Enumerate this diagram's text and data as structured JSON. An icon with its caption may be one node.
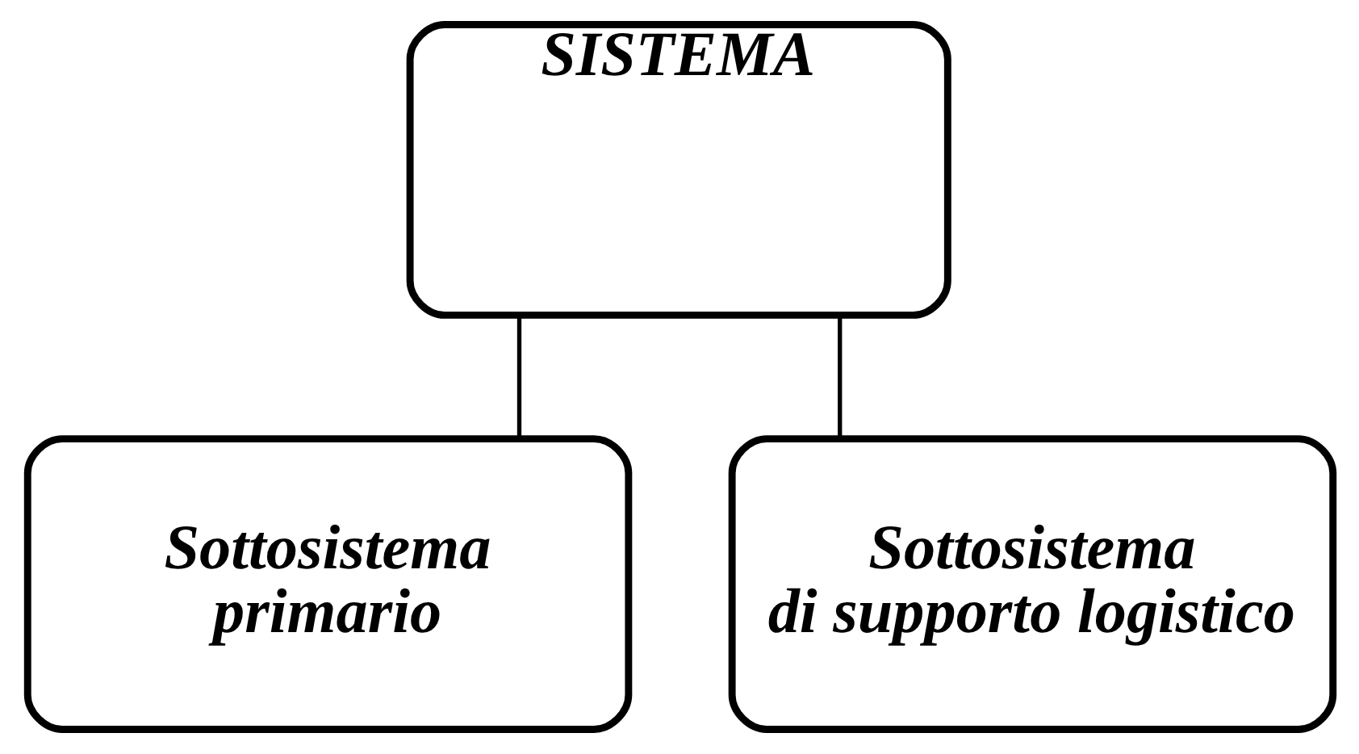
{
  "diagram": {
    "nodes": [
      {
        "text": [
          "SISTEMA"
        ]
      },
      {
        "text": [
          "Sottosistema primario"
        ]
      },
      {
        "text": [
          "Sottosistema di supporto logistico"
        ]
      }
    ],
    "edges": [
      {
        "from": 0,
        "to": 1,
        "arrow": "none"
      },
      {
        "from": 0,
        "to": 2,
        "arrow": "none"
      }
    ]
  }
}
